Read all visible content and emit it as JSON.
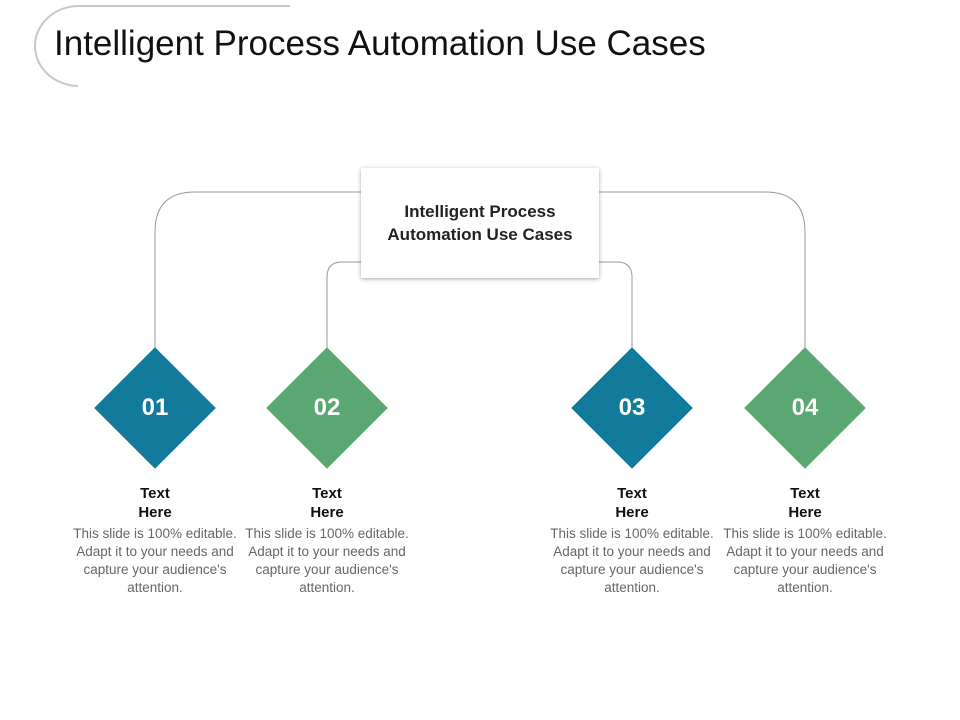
{
  "title": "Intelligent Process Automation Use Cases",
  "center": {
    "label": "Intelligent Process Automation Use Cases"
  },
  "colors": {
    "blue": "#127a9a",
    "green": "#5aa772"
  },
  "items": [
    {
      "number": "01",
      "heading": "Text Here",
      "description": "This slide is 100% editable. Adapt it to your needs and capture your audience's attention.",
      "color": "#127a9a"
    },
    {
      "number": "02",
      "heading": "Text Here",
      "description": "This slide is 100% editable. Adapt it to your needs and capture your audience's attention.",
      "color": "#5aa772"
    },
    {
      "number": "03",
      "heading": "Text Here",
      "description": "This slide is 100% editable. Adapt it to your needs and capture your audience's attention.",
      "color": "#127a9a"
    },
    {
      "number": "04",
      "heading": "Text Here",
      "description": "This slide is 100% editable. Adapt it to your needs and capture your audience's attention.",
      "color": "#5aa772"
    }
  ]
}
